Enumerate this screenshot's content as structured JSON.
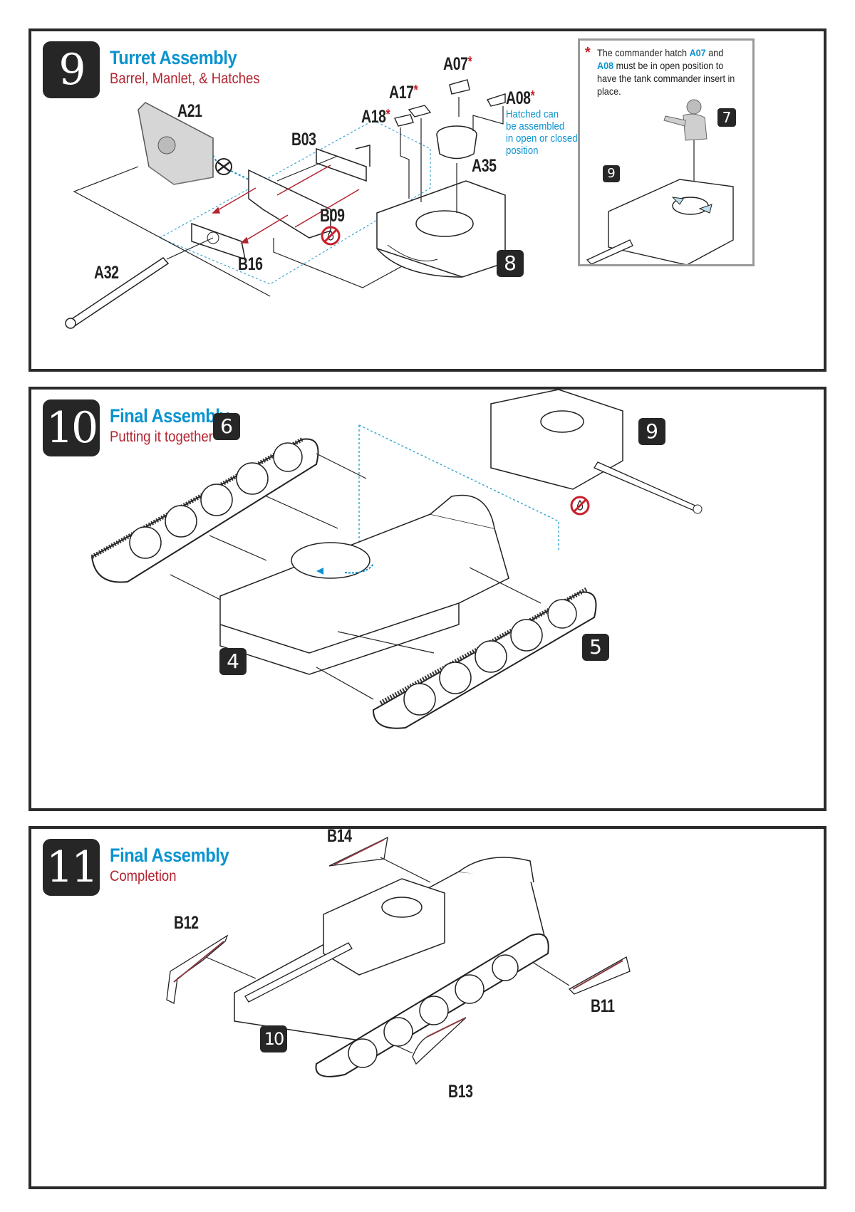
{
  "steps": [
    {
      "number": "9",
      "title": "Turret Assembly",
      "subtitle": "Barrel, Manlet, & Hatches",
      "parts": {
        "a21": "A21",
        "b03": "B03",
        "b09": "B09",
        "b16": "B16",
        "a32": "A32",
        "a17": "A17",
        "a18": "A18",
        "a07": "A07",
        "a08": "A08",
        "a35": "A35"
      },
      "optional_marker": "*",
      "hatch_note": [
        "Hatched can",
        "be assembled",
        "in open or closed",
        "position"
      ],
      "ref_badges": [
        "8",
        "7",
        "9"
      ],
      "callout": {
        "marker": "*",
        "text_before": "The commander hatch ",
        "part1": "A07",
        "text_mid": " and ",
        "part2": "A08",
        "text_after": " must be in open position to have the tank commander insert in place."
      },
      "icons": [
        "glue-icon",
        "no-glue-icon"
      ]
    },
    {
      "number": "10",
      "title": "Final Assembly",
      "subtitle": "Putting it together",
      "ref_badges": [
        "6",
        "9",
        "5",
        "4"
      ],
      "icons": [
        "no-glue-icon",
        "rotate-arrow-icon"
      ]
    },
    {
      "number": "11",
      "title": "Final Assembly",
      "subtitle": "Completion",
      "parts": {
        "b14": "B14",
        "b12": "B12",
        "b11": "B11",
        "b13": "B13"
      },
      "ref_badges": [
        "10"
      ]
    }
  ],
  "colors": {
    "title_blue": "#0a93cf",
    "subtitle_red": "#b32430",
    "badge_dark": "#262626",
    "asterisk_red": "#c8202c",
    "dashed_guide": "#3aa7d4"
  }
}
